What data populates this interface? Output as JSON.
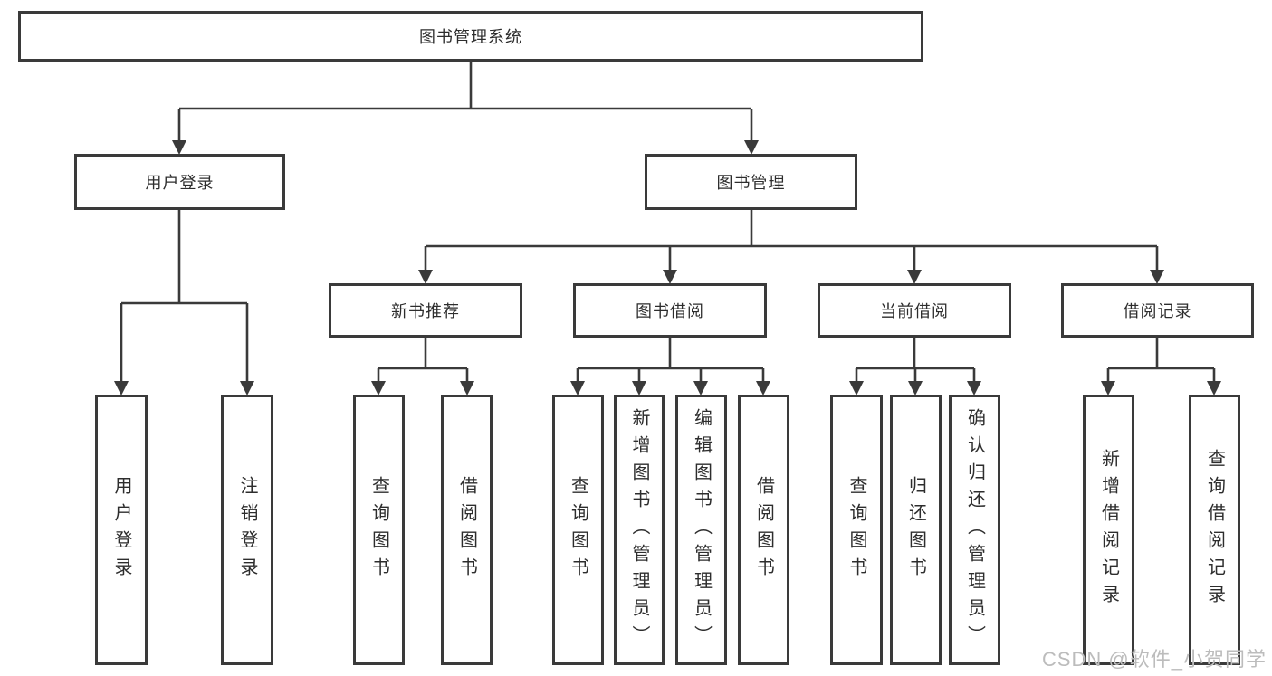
{
  "diagram": {
    "type": "hierarchy-tree",
    "colors": {
      "background": "#ffffff",
      "line": "#3a3a3a",
      "box_border": "#3a3a3a",
      "box_fill": "#ffffff",
      "text": "#2d2d2d",
      "watermark_text": "#bcbcbc"
    },
    "tree": {
      "root": {
        "label": "图书管理系统",
        "children": [
          {
            "label": "用户登录",
            "children": [
              {
                "label": "用户登录"
              },
              {
                "label": "注销登录"
              }
            ]
          },
          {
            "label": "图书管理",
            "children": [
              {
                "label": "新书推荐",
                "children": [
                  {
                    "label": "查询图书"
                  },
                  {
                    "label": "借阅图书"
                  }
                ]
              },
              {
                "label": "图书借阅",
                "children": [
                  {
                    "label": "查询图书"
                  },
                  {
                    "label": "新增图书（管理员）"
                  },
                  {
                    "label": "编辑图书（管理员）"
                  },
                  {
                    "label": "借阅图书"
                  }
                ]
              },
              {
                "label": "当前借阅",
                "children": [
                  {
                    "label": "查询图书"
                  },
                  {
                    "label": "归还图书"
                  },
                  {
                    "label": "确认归还（管理员）"
                  }
                ]
              },
              {
                "label": "借阅记录",
                "children": [
                  {
                    "label": "新增借阅记录"
                  },
                  {
                    "label": "查询借阅记录"
                  }
                ]
              }
            ]
          }
        ]
      }
    },
    "watermark": {
      "text": "CSDN @软件_小贺同学"
    }
  }
}
